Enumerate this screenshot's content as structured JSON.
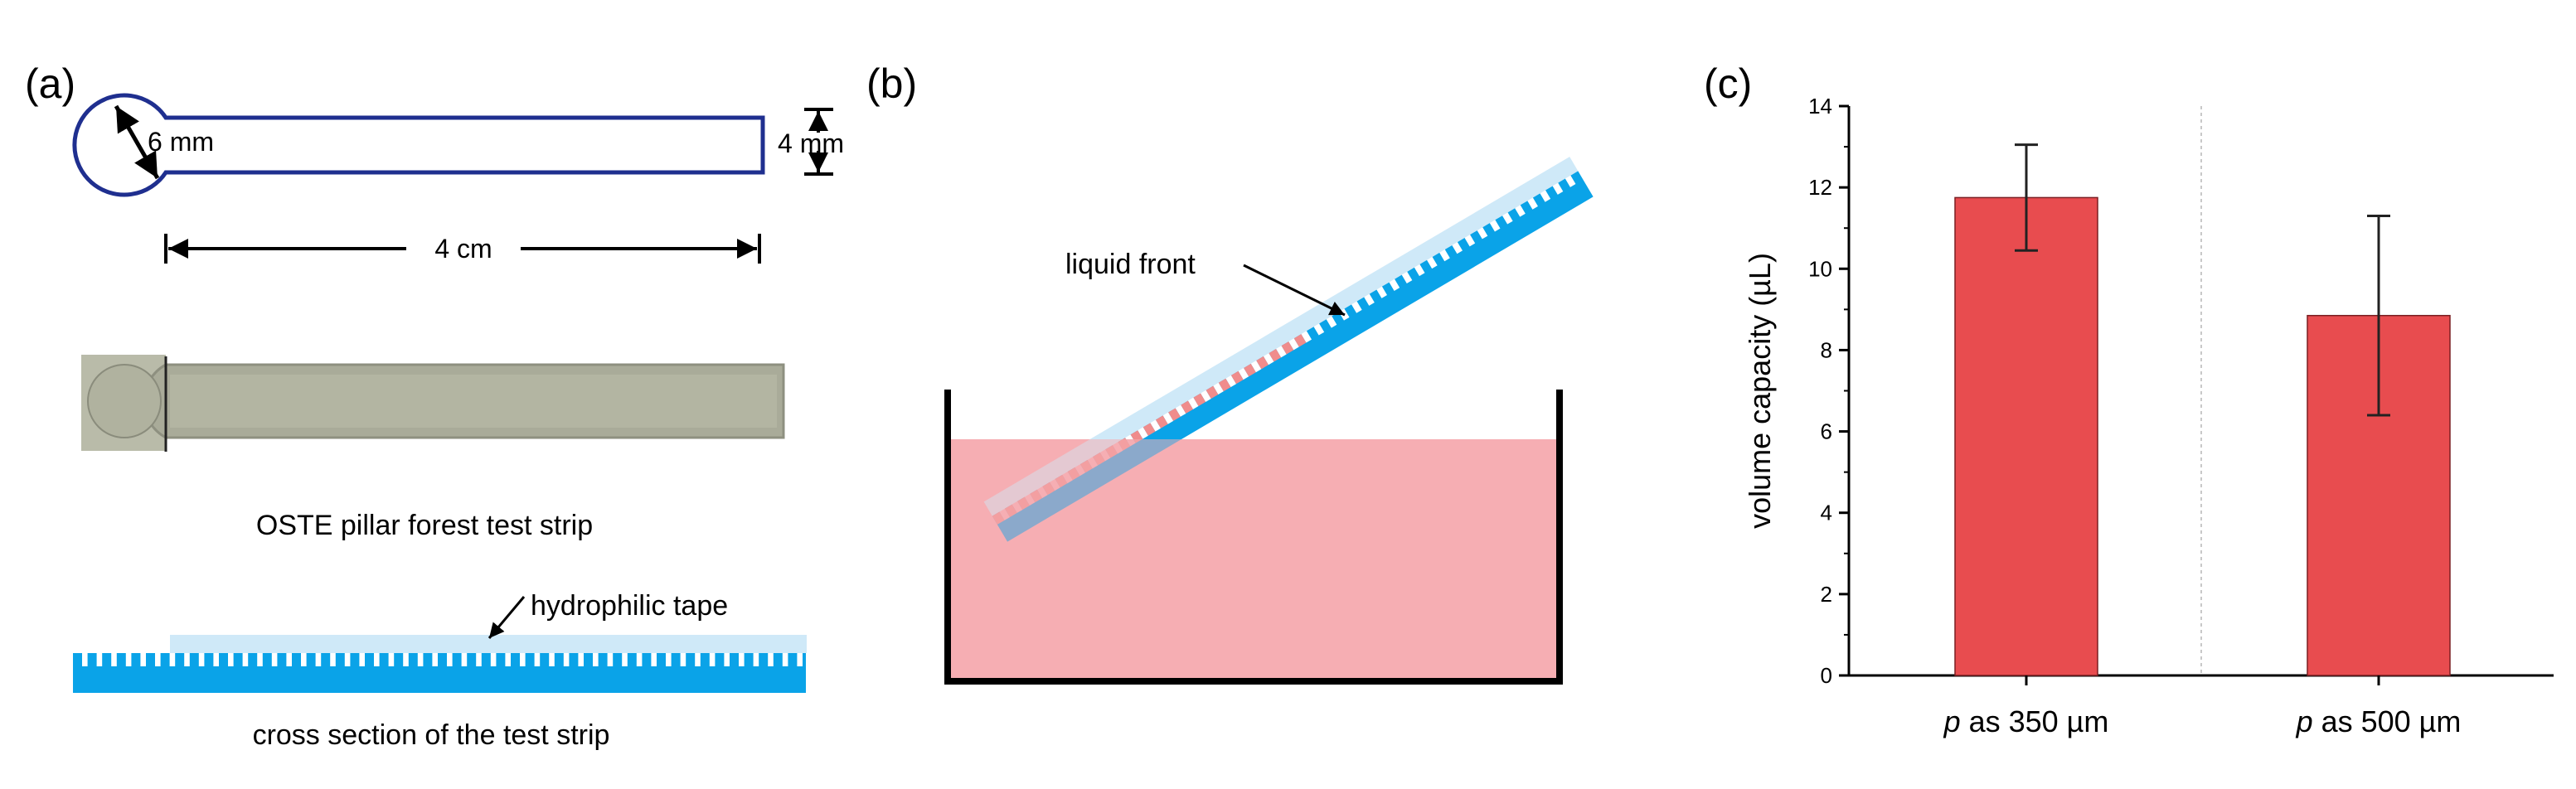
{
  "panel_a": {
    "label": "(a)",
    "diameter_label": "6 mm",
    "width_label": "4 mm",
    "length_label": "4 cm",
    "photo_caption": "OSTE pillar forest test strip",
    "tape_label": "hydrophilic tape",
    "cross_section_caption": "cross section of the test strip",
    "colors": {
      "outline": "#1f2f8f",
      "pillar": "#0aa3e8",
      "tape": "#cfe9f8",
      "photo": "#b3b5a4"
    }
  },
  "panel_b": {
    "label": "(b)",
    "liquid_front_label": "liquid front",
    "colors": {
      "liquid": "#f5aeb3",
      "container": "#000000",
      "wetted": "#f08c8c"
    }
  },
  "panel_c": {
    "label": "(c)",
    "chart_data": {
      "type": "bar",
      "categories": [
        "p as 350 µm",
        "p as 500 µm"
      ],
      "category_prefix": [
        "p",
        "p"
      ],
      "category_suffix": [
        " as 350 µm",
        " as 500 µm"
      ],
      "values": [
        11.75,
        8.85
      ],
      "error_bars": [
        [
          10.45,
          13.05
        ],
        [
          6.4,
          11.3
        ]
      ],
      "xlabel": "",
      "ylabel": "volume capacity (µL)",
      "ylim": [
        0,
        14
      ],
      "yticks": [
        "0",
        "2",
        "4",
        "6",
        "8",
        "10",
        "12",
        "14"
      ],
      "bar_color": "#e84c4f",
      "grid": false
    }
  }
}
